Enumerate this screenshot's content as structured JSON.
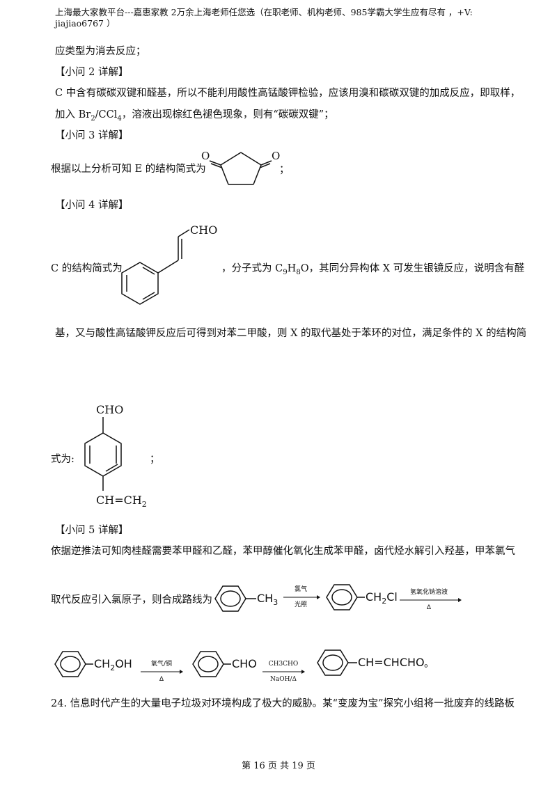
{
  "header": {
    "line1": "上海最大家教平台---嘉惠家教    2万余上海老师任您选（在职老师、机构老师、985学霸大学生应有尽有  ，+V:",
    "line2": "jiajiao6767 ）"
  },
  "content": {
    "p_intro": "应类型为消去反应；",
    "h2": "【小问 2 详解】",
    "p2a": "C 中含有碳碳双键和醛基，所以不能利用酸性高锰酸钾检验，应该用溴和碳碳双键的加成反应，即取样，",
    "p2b_prefix": "加入 Br",
    "p2b_sub1": "2",
    "p2b_mid": "/CCl",
    "p2b_sub2": "4",
    "p2b_suffix": "，溶液出现棕红色褪色现象，则有“碳碳双键”；",
    "h3": "【小问 3 详解】",
    "p3": "根据以上分析可知 E 的结构简式为",
    "p3_end": "；",
    "h4": "【小问 4 详解】",
    "p4a_prefix": "C 的结构简式为",
    "p4a_mid": "，分子式为 C",
    "p4a_sub1": "9",
    "p4a_h": "H",
    "p4a_sub2": "8",
    "p4a_suffix": "O，其同分异构体 X 可发生银镜反应，说明含有醛",
    "p4b": "基，又与酸性高锰酸钾反应后可得到对苯二甲酸，则 X 的取代基处于苯环的对位，满足条件的 X 的结构简",
    "p4c": "式为:",
    "p4c_end": "；",
    "h5": "【小问 5 详解】",
    "p5a": "依据逆推法可知肉桂醛需要苯甲醛和乙醛，苯甲醇催化氧化生成苯甲醛，卤代烃水解引入羟基，甲苯氯气",
    "p5b": "取代反应引入氯原子，则合成路线为",
    "p5_end": "。",
    "q24": "24. 信息时代产生的大量电子垃圾对环境构成了极大的威胁。某“变废为宝”探究小组将一批废弃的线路板"
  },
  "molecules": {
    "cho": "CHO",
    "vinyl_ch": "CH=CH",
    "vinyl_sub": "2",
    "o": "O",
    "ch3": "CH",
    "ch3_sub": "3",
    "ch2cl": "CH",
    "ch2cl_sub": "2",
    "ch2cl_cl": "Cl",
    "ch2oh": "CH",
    "ch2oh_sub": "2",
    "ch2oh_oh": "OH",
    "cinnamal": "CH=CHCHO"
  },
  "reactions": {
    "step1_top": "氯气",
    "step1_bottom": "光照",
    "step2_top": "氢氧化钠溶液",
    "step2_bottom": "Δ",
    "step3_top": "氧气/铜",
    "step3_bottom": "Δ",
    "step4_top": "CH3CHO",
    "step4_bottom": "NaOH/Δ"
  },
  "footer": {
    "page": "第 16 页 共 19 页"
  }
}
